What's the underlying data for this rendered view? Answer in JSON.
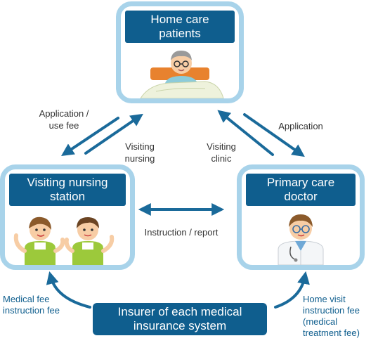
{
  "nodes": {
    "patients": "Home care\npatients",
    "nursing": "Visiting nursing\nstation",
    "doctor": "Primary care\ndoctor",
    "insurer": "Insurer of each medical\ninsurance system"
  },
  "edges": {
    "application_use_fee": "Application /\nuse fee",
    "visiting_nursing": "Visiting\nnursing",
    "visiting_clinic": "Visiting\nclinic",
    "application": "Application",
    "instruction_report": "Instruction / report",
    "medical_fee": "Medical fee\ninstruction fee",
    "home_visit_fee": "Home visit\ninstruction fee\n(medical\ntreatment fee)"
  },
  "colors": {
    "dark_blue": "#0f5e8e",
    "light_blue_border": "#a8d3ea",
    "arrow": "#1a6a9a"
  }
}
